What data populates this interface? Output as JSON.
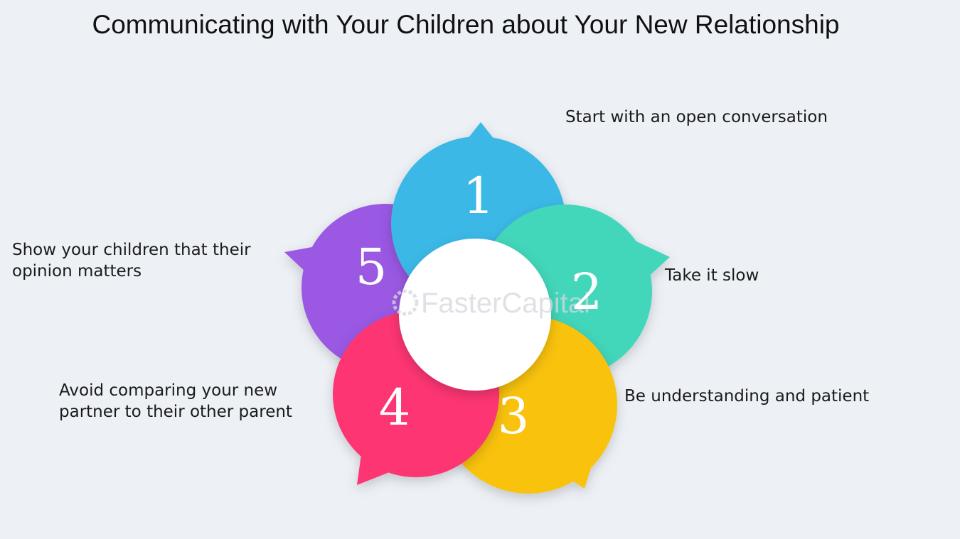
{
  "title": "Communicating with Your Children about Your New Relationship",
  "steps": [
    {
      "number": "1",
      "lines": [
        "Start with an open conversation"
      ],
      "color": "#3ab8e6"
    },
    {
      "number": "2",
      "lines": [
        "Take it slow"
      ],
      "color": "#43d6ba"
    },
    {
      "number": "3",
      "lines": [
        "Be understanding and patient"
      ],
      "color": "#f9c20b"
    },
    {
      "number": "4",
      "lines": [
        "Avoid comparing your new",
        "partner to their other parent"
      ],
      "color": "#fd3473"
    },
    {
      "number": "5",
      "lines": [
        "Show your children that their",
        "opinion matters"
      ],
      "color": "#9a58e3"
    }
  ],
  "watermark": "FasterCapital",
  "center_color": "#ffffff"
}
